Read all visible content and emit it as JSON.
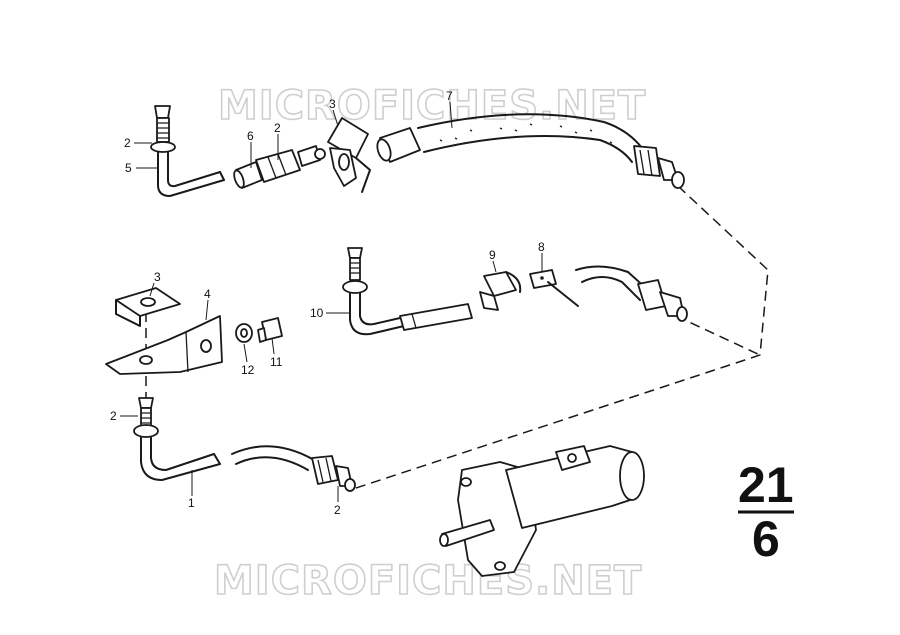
{
  "watermark": {
    "text": "MICROFICHES.NET"
  },
  "group_number": {
    "top": "21",
    "bottom": "6"
  },
  "callouts": {
    "c2_upper_left": "2",
    "c5": "5",
    "c6": "6",
    "c2_upper_mid": "2",
    "c3_upper": "3",
    "c7": "7",
    "c9": "9",
    "c8": "8",
    "c10": "10",
    "c3_lower": "3",
    "c4": "4",
    "c12": "12",
    "c11": "11",
    "c2_lower_left": "2",
    "c1": "1",
    "c2_bottom": "2"
  }
}
